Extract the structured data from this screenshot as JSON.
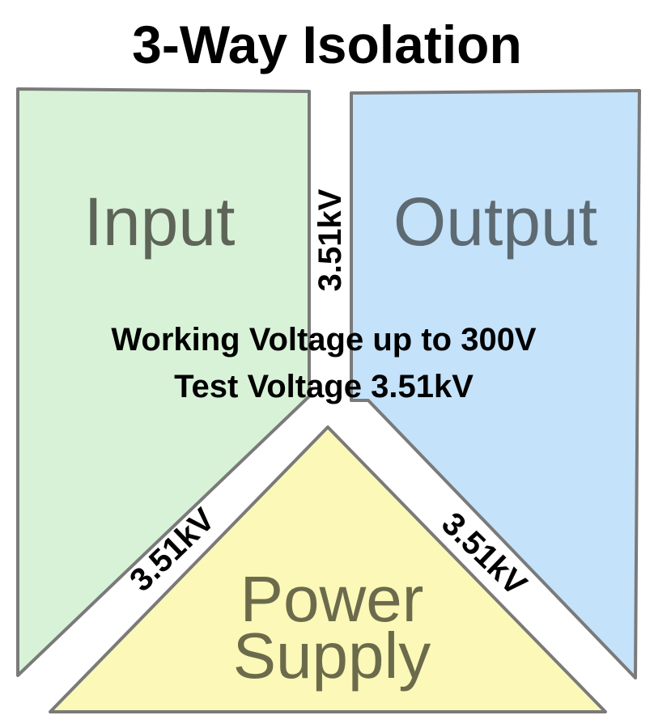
{
  "title": "3-Way Isolation",
  "blocks": {
    "input": {
      "label": "Input",
      "color": "#d8f2d8"
    },
    "output": {
      "label": "Output",
      "color": "#c4e2fa"
    },
    "power_supply": {
      "line1": "Power",
      "line2": "Supply",
      "color": "#fcf8b8"
    }
  },
  "barriers": {
    "input_output": "3.51kV",
    "input_power": "3.51kV",
    "output_power": "3.51kV"
  },
  "specs": {
    "working_voltage": "Working Voltage up to 300V",
    "test_voltage": "Test Voltage 3.51kV"
  },
  "outline_color": "#7a7a7a"
}
